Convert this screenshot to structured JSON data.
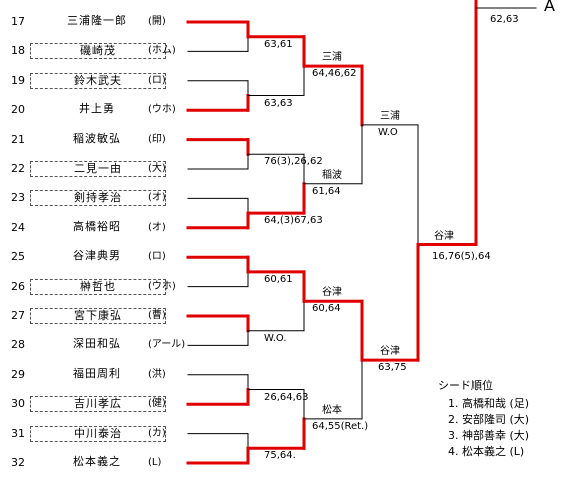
{
  "players": [
    {
      "no": "17",
      "name": "三浦隆一郎",
      "club": "(開)",
      "boxed": false
    },
    {
      "no": "18",
      "name": "磯崎茂",
      "club": "(ホム)",
      "boxed": true
    },
    {
      "no": "19",
      "name": "鈴木武夫",
      "club": "(ロ)",
      "boxed": true
    },
    {
      "no": "20",
      "name": "井上勇",
      "club": "(ウホ)",
      "boxed": false
    },
    {
      "no": "21",
      "name": "稲波敏弘",
      "club": "(印)",
      "boxed": false
    },
    {
      "no": "22",
      "name": "二見一由",
      "club": "(大)",
      "boxed": true
    },
    {
      "no": "23",
      "name": "剣持孝治",
      "club": "(オ)",
      "boxed": true
    },
    {
      "no": "24",
      "name": "高橋裕昭",
      "club": "(オ)",
      "boxed": false
    },
    {
      "no": "25",
      "name": "谷津典男",
      "club": "(ロ)",
      "boxed": false
    },
    {
      "no": "26",
      "name": "榊哲也",
      "club": "(ウホ)",
      "boxed": true
    },
    {
      "no": "27",
      "name": "宮下康弘",
      "club": "(曹)",
      "boxed": true
    },
    {
      "no": "28",
      "name": "深田和弘",
      "club": "(アール)",
      "boxed": false
    },
    {
      "no": "29",
      "name": "福田周利",
      "club": "(洪)",
      "boxed": false
    },
    {
      "no": "30",
      "name": "吉川孝広",
      "club": "(健)",
      "boxed": true
    },
    {
      "no": "31",
      "name": "中川泰治",
      "club": "(カ)",
      "boxed": true
    },
    {
      "no": "32",
      "name": "松本義之",
      "club": "(L)",
      "boxed": false
    }
  ],
  "round1": [
    {
      "score": "63,61"
    },
    {
      "score": "63,63"
    },
    {
      "score": "76(3),26,62"
    },
    {
      "score": "64,(3)67,63"
    },
    {
      "score": "60,61"
    },
    {
      "score": "W.O."
    },
    {
      "score": "26,64,63"
    },
    {
      "score": "75,64."
    }
  ],
  "round2": [
    {
      "winner": "三浦",
      "score": "64,46,62"
    },
    {
      "winner": "稲波",
      "score": "61,64"
    },
    {
      "winner": "谷津",
      "score": "60,64"
    },
    {
      "winner": "松本",
      "score": "64,55(Ret.)"
    }
  ],
  "round3": [
    {
      "winner": "三浦",
      "score": "W.O"
    },
    {
      "winner": "谷津",
      "score": "63,75"
    }
  ],
  "round4": {
    "winner": "谷津",
    "score": "16,76(5),64"
  },
  "top_score": "62,63",
  "corner_label": "A",
  "seeds": {
    "title": "シード順位",
    "items": [
      "1. 高橋和哉 (足)",
      "2. 安部隆司 (大)",
      "3. 神部善幸 (大)",
      "4. 松本義之 (L)"
    ]
  },
  "colors": {
    "win": "#e00000",
    "lose": "#000000"
  }
}
